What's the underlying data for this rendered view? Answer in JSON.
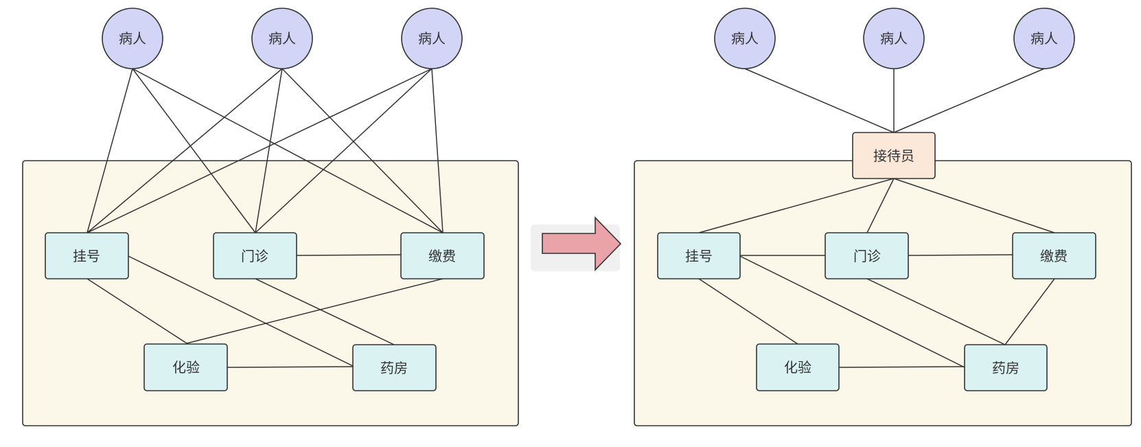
{
  "colors": {
    "patient_fill": "#d3d5f7",
    "module_fill": "#daf3f2",
    "receptionist_fill": "#fbe8d9",
    "panel_fill": "#fbf8ea",
    "stroke": "#333333",
    "arrow_fill": "#eaa3a8",
    "arrow_bg": "#f0f0f0"
  },
  "arrow": {
    "icon": "right-arrow-icon"
  },
  "left": {
    "patients": [
      {
        "label": "病人"
      },
      {
        "label": "病人"
      },
      {
        "label": "病人"
      }
    ],
    "modules": {
      "guahao": "挂号",
      "menzhen": "门诊",
      "jiaofei": "缴费",
      "huayan": "化验",
      "yaofang": "药房"
    }
  },
  "right": {
    "patients": [
      {
        "label": "病人"
      },
      {
        "label": "病人"
      },
      {
        "label": "病人"
      }
    ],
    "receptionist": "接待员",
    "modules": {
      "guahao": "挂号",
      "menzhen": "门诊",
      "jiaofei": "缴费",
      "huayan": "化验",
      "yaofang": "药房"
    }
  }
}
